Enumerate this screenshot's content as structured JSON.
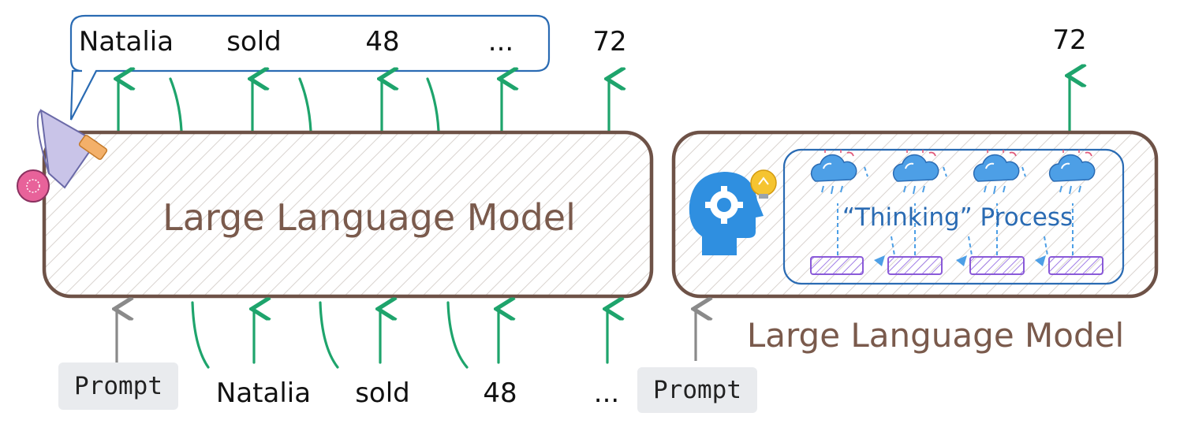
{
  "left_panel": {
    "model_label": "Large Language Model",
    "output_tokens": [
      "Natalia",
      "sold",
      "48",
      "...",
      "72"
    ],
    "input_prompt": "Prompt",
    "input_tokens": [
      "Natalia",
      "sold",
      "48",
      "..."
    ]
  },
  "right_panel": {
    "model_label": "Large Language Model",
    "output_token": "72",
    "thinking_label": "“Thinking” Process",
    "input_prompt": "Prompt"
  },
  "icons": [
    "megaphone-icon",
    "head-gear-icon",
    "lightbulb-icon",
    "rain-cloud-icon"
  ],
  "colors": {
    "box_border": "#6e5247",
    "hatch": "#d9d3cf",
    "arrow_green": "#1ea46c",
    "arrow_gray": "#8a8a8a",
    "accent_blue": "#2a6bb3",
    "purple": "#8a5ad8",
    "prompt_bg": "#e9ebee"
  }
}
